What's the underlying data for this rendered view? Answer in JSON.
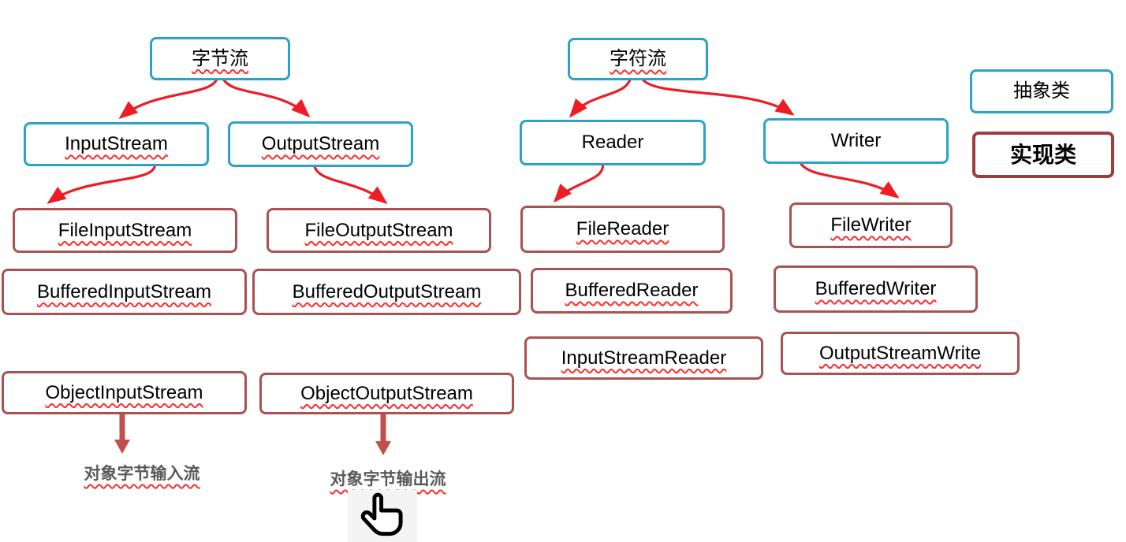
{
  "nodes": {
    "byte_stream": "字节流",
    "char_stream": "字符流",
    "input_stream": "InputStream",
    "output_stream": "OutputStream",
    "reader": "Reader",
    "writer": "Writer",
    "file_input_stream": "FileInputStream",
    "file_output_stream": "FileOutputStream",
    "file_reader": "FileReader",
    "file_writer": "FileWriter",
    "buffered_input_stream": "BufferedInputStream",
    "buffered_output_stream": "BufferedOutputStream",
    "buffered_reader": "BufferedReader",
    "buffered_writer": "BufferedWriter",
    "input_stream_reader": "InputStreamReader",
    "output_stream_write": "OutputStreamWrite",
    "object_input_stream": "ObjectInputStream",
    "object_output_stream": "ObjectOutputStream"
  },
  "legend": {
    "abstract_label": "抽象类",
    "implementation_label": "实现类"
  },
  "captions": {
    "object_input": "对象字节输入流",
    "object_output": "对象字节输出流"
  },
  "colors": {
    "abstract_border": "#2ba3c6",
    "implementation_border": "#aa5252",
    "connector_arrow": "#ee1c25",
    "block_arrow": "#c0504d",
    "caption_text": "#595959",
    "squiggle": "#ff2d2d"
  }
}
